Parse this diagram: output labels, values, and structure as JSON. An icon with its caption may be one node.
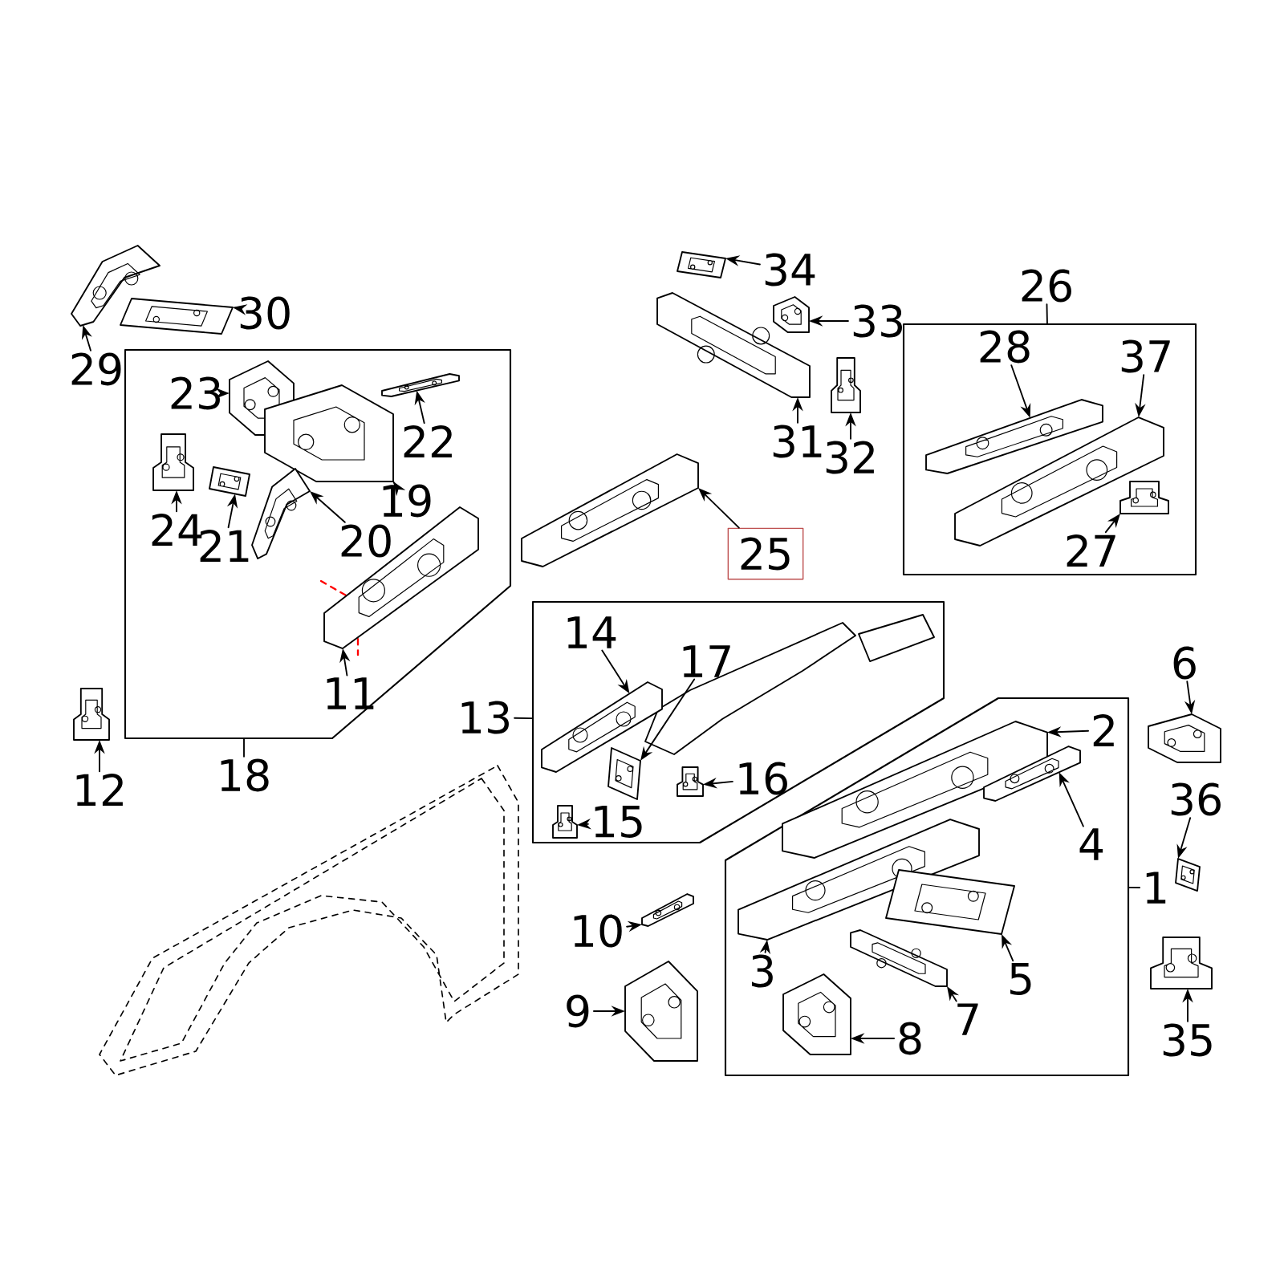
{
  "diagram": {
    "nodes": [
      {
        "text": [],
        "shape": "picture"
      },
      {
        "text": [
          "29"
        ]
      },
      {
        "text": [],
        "shape": "picture"
      },
      {
        "text": [
          "30"
        ]
      },
      {
        "text": [],
        "shape": "box"
      },
      {
        "text": [],
        "shape": "picture",
        "in": 4
      },
      {
        "text": [
          "23"
        ],
        "in": 4
      },
      {
        "text": [],
        "shape": "picture",
        "in": 4
      },
      {
        "text": [
          "22"
        ],
        "in": 4
      },
      {
        "text": [],
        "shape": "picture",
        "in": 4
      },
      {
        "text": [
          "19"
        ],
        "in": 4
      },
      {
        "text": [],
        "shape": "picture",
        "in": 4
      },
      {
        "text": [
          "24"
        ],
        "in": 4
      },
      {
        "text": [],
        "shape": "picture",
        "in": 4
      },
      {
        "text": [
          "21"
        ],
        "in": 4
      },
      {
        "text": [],
        "shape": "picture",
        "in": 4
      },
      {
        "text": [
          "20"
        ],
        "in": 4
      },
      {
        "text": [],
        "shape": "picture",
        "in": 4
      },
      {
        "text": [
          "11"
        ],
        "in": 4
      },
      {
        "text": [],
        "shape": "picture"
      },
      {
        "text": [
          "12"
        ]
      },
      {
        "text": [
          "18"
        ]
      },
      {
        "text": [],
        "shape": "picture"
      },
      {
        "text": [
          "34"
        ]
      },
      {
        "text": [],
        "shape": "picture"
      },
      {
        "text": [
          "33"
        ]
      },
      {
        "text": [],
        "shape": "picture"
      },
      {
        "text": [
          "31"
        ]
      },
      {
        "text": [],
        "shape": "picture"
      },
      {
        "text": [
          "32"
        ]
      },
      {
        "text": [],
        "shape": "picture"
      },
      {
        "text": [
          "25"
        ]
      },
      {
        "text": [],
        "shape": "box"
      },
      {
        "text": [
          "26"
        ]
      },
      {
        "text": [],
        "shape": "picture",
        "in": 32
      },
      {
        "text": [
          "28"
        ],
        "in": 32
      },
      {
        "text": [],
        "shape": "picture",
        "in": 32
      },
      {
        "text": [
          "37"
        ],
        "in": 32
      },
      {
        "text": [],
        "shape": "picture",
        "in": 32
      },
      {
        "text": [
          "27"
        ],
        "in": 32
      },
      {
        "text": [],
        "shape": "box"
      },
      {
        "text": [
          "13"
        ]
      },
      {
        "text": [],
        "shape": "picture",
        "in": 40
      },
      {
        "text": [
          "14"
        ],
        "in": 40
      },
      {
        "text": [],
        "shape": "picture",
        "in": 40
      },
      {
        "text": [
          "17"
        ],
        "in": 40
      },
      {
        "text": [],
        "shape": "picture",
        "in": 40
      },
      {
        "text": [
          "16"
        ],
        "in": 40
      },
      {
        "text": [],
        "shape": "picture",
        "in": 40
      },
      {
        "text": [
          "15"
        ],
        "in": 40
      },
      {
        "text": [],
        "shape": "box"
      },
      {
        "text": [
          "1"
        ]
      },
      {
        "text": [],
        "shape": "picture",
        "in": 50
      },
      {
        "text": [
          "2"
        ],
        "in": 50
      },
      {
        "text": [],
        "shape": "picture",
        "in": 50
      },
      {
        "text": [
          "4"
        ],
        "in": 50
      },
      {
        "text": [],
        "shape": "picture",
        "in": 50
      },
      {
        "text": [
          "3"
        ],
        "in": 50
      },
      {
        "text": [],
        "shape": "picture",
        "in": 50
      },
      {
        "text": [
          "5"
        ],
        "in": 50
      },
      {
        "text": [],
        "shape": "picture",
        "in": 50
      },
      {
        "text": [
          "7"
        ],
        "in": 50
      },
      {
        "text": [],
        "shape": "picture",
        "in": 50
      },
      {
        "text": [
          "8"
        ],
        "in": 50
      },
      {
        "text": [],
        "shape": "picture"
      },
      {
        "text": [
          "6"
        ]
      },
      {
        "text": [],
        "shape": "picture"
      },
      {
        "text": [
          "36"
        ]
      },
      {
        "text": [],
        "shape": "picture"
      },
      {
        "text": [
          "35"
        ]
      },
      {
        "text": [],
        "shape": "picture"
      },
      {
        "text": [
          "10"
        ]
      },
      {
        "text": [],
        "shape": "picture"
      },
      {
        "text": [
          "9"
        ]
      }
    ],
    "edges": [
      {
        "from": 1,
        "to": 0,
        "arrow": "to"
      },
      {
        "from": 3,
        "to": 2,
        "arrow": "to"
      },
      {
        "from": 6,
        "to": 5,
        "arrow": "to"
      },
      {
        "from": 8,
        "to": 7,
        "arrow": "to"
      },
      {
        "from": 10,
        "to": 9,
        "arrow": "to"
      },
      {
        "from": 12,
        "to": 11,
        "arrow": "to"
      },
      {
        "from": 14,
        "to": 13,
        "arrow": "to"
      },
      {
        "from": 16,
        "to": 15,
        "arrow": "to"
      },
      {
        "from": 18,
        "to": 17,
        "arrow": "to"
      },
      {
        "from": 20,
        "to": 19,
        "arrow": "to"
      },
      {
        "from": 21,
        "to": 4,
        "arrow": "none"
      },
      {
        "from": 23,
        "to": 22,
        "arrow": "to"
      },
      {
        "from": 25,
        "to": 24,
        "arrow": "to"
      },
      {
        "from": 27,
        "to": 26,
        "arrow": "to"
      },
      {
        "from": 29,
        "to": 28,
        "arrow": "to"
      },
      {
        "from": 31,
        "to": 30,
        "arrow": "to"
      },
      {
        "from": 33,
        "to": 32,
        "arrow": "none"
      },
      {
        "from": 35,
        "to": 34,
        "arrow": "to"
      },
      {
        "from": 37,
        "to": 36,
        "arrow": "to"
      },
      {
        "from": 39,
        "to": 38,
        "arrow": "to"
      },
      {
        "from": 41,
        "to": 40,
        "arrow": "none"
      },
      {
        "from": 43,
        "to": 42,
        "arrow": "to"
      },
      {
        "from": 45,
        "to": 44,
        "arrow": "to"
      },
      {
        "from": 47,
        "to": 46,
        "arrow": "to"
      },
      {
        "from": 49,
        "to": 48,
        "arrow": "to"
      },
      {
        "from": 51,
        "to": 50,
        "arrow": "none"
      },
      {
        "from": 53,
        "to": 52,
        "arrow": "to"
      },
      {
        "from": 55,
        "to": 54,
        "arrow": "to"
      },
      {
        "from": 57,
        "to": 56,
        "arrow": "to"
      },
      {
        "from": 59,
        "to": 58,
        "arrow": "to"
      },
      {
        "from": 61,
        "to": 60,
        "arrow": "to"
      },
      {
        "from": 63,
        "to": 62,
        "arrow": "to"
      },
      {
        "from": 65,
        "to": 64,
        "arrow": "to"
      },
      {
        "from": 67,
        "to": 66,
        "arrow": "to"
      },
      {
        "from": 69,
        "to": 68,
        "arrow": "to"
      },
      {
        "from": 71,
        "to": 70,
        "arrow": "to"
      },
      {
        "from": 73,
        "to": 72,
        "arrow": "to"
      }
    ]
  }
}
